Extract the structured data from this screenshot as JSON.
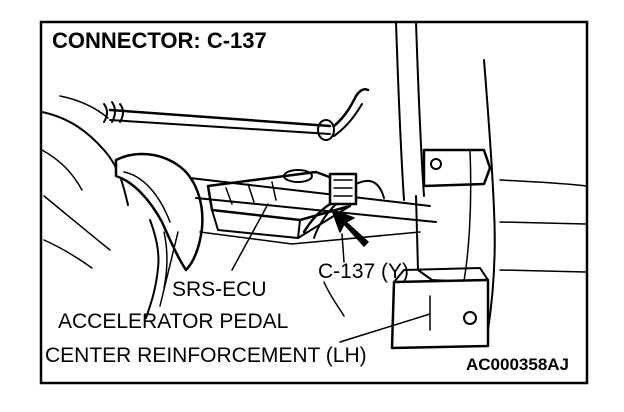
{
  "figure": {
    "title": "CONNECTOR: C-137",
    "figure_code": "AC000358AJ",
    "colors": {
      "ink": "#000000",
      "paper": "#ffffff"
    }
  },
  "callouts": [
    {
      "id": "connector",
      "text": "C-137 (Y)"
    },
    {
      "id": "srs_ecu",
      "text": "SRS-ECU"
    },
    {
      "id": "pedal",
      "text": "ACCELERATOR PEDAL"
    },
    {
      "id": "reinforcement",
      "text": "CENTER REINFORCEMENT (LH)"
    }
  ]
}
